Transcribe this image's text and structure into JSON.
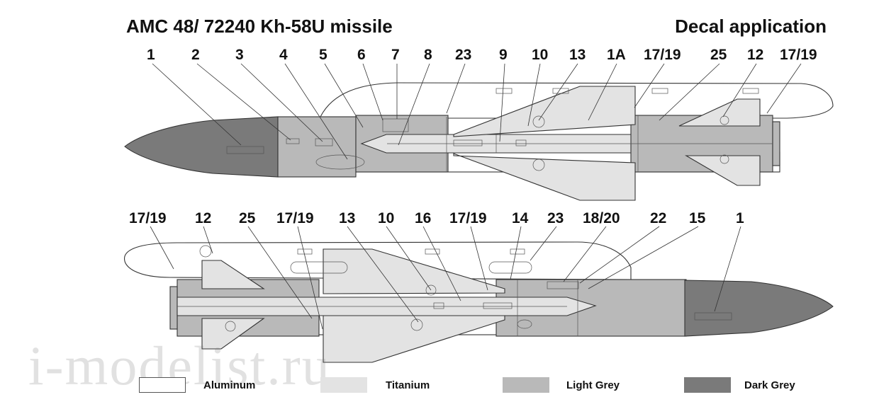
{
  "header": {
    "title_left": "AMC 48/ 72240 Kh-58U missile",
    "title_right": "Decal application"
  },
  "callouts_top": [
    "1",
    "2",
    "3",
    "4",
    "5",
    "6",
    "7",
    "8",
    "23",
    "9",
    "10",
    "13",
    "1A",
    "17/19",
    "25",
    "12",
    "17/19"
  ],
  "callouts_bottom": [
    "17/19",
    "12",
    "25",
    "17/19",
    "13",
    "10",
    "16",
    "17/19",
    "14",
    "23",
    "18/20",
    "22",
    "15",
    "1"
  ],
  "legend": [
    {
      "label": "Aluminum",
      "color": "#ffffff"
    },
    {
      "label": "Titanium",
      "color": "#e3e3e3"
    },
    {
      "label": "Light Grey",
      "color": "#b9b9b9"
    },
    {
      "label": "Dark Grey",
      "color": "#7a7a7a"
    }
  ],
  "colors": {
    "aluminum": "#ffffff",
    "titanium": "#e3e3e3",
    "light_grey": "#b9b9b9",
    "dark_grey": "#7a7a7a"
  },
  "watermark": "i-modelist.ru"
}
